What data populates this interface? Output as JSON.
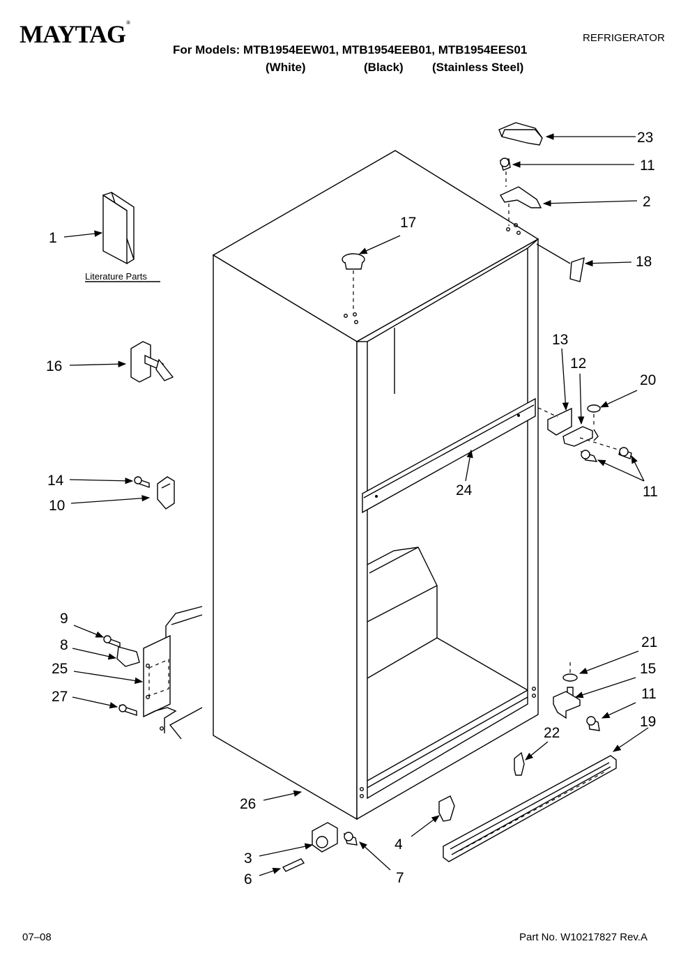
{
  "header": {
    "brand": "MAYTAG",
    "category": "REFRIGERATOR",
    "models_line": "For Models: MTB1954EEW01, MTB1954EEB01, MTB1954EES01",
    "colors": [
      "(White)",
      "(Black)",
      "(Stainless Steel)"
    ]
  },
  "literature_label": "Literature Parts",
  "callouts": {
    "c1": "1",
    "c2": "2",
    "c3": "3",
    "c4": "4",
    "c6": "6",
    "c7": "7",
    "c8": "8",
    "c9": "9",
    "c10": "10",
    "c11a": "11",
    "c11b": "11",
    "c11c": "11",
    "c12": "12",
    "c13": "13",
    "c14": "14",
    "c15": "15",
    "c16": "16",
    "c17": "17",
    "c18": "18",
    "c19": "19",
    "c20": "20",
    "c21": "21",
    "c22": "22",
    "c23": "23",
    "c24": "24",
    "c25": "25",
    "c26": "26",
    "c27": "27"
  },
  "footer": {
    "date": "07–08",
    "part_number": "Part No. W10217827 Rev.A"
  }
}
